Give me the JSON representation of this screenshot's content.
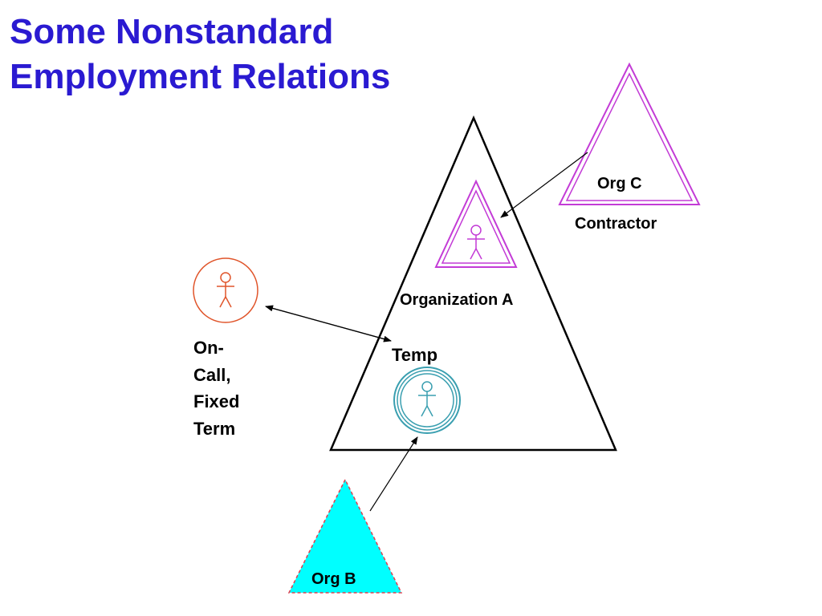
{
  "title": {
    "line1": "Some Nonstandard",
    "line2": "Employment Relations"
  },
  "labels": {
    "org_c": "Org C",
    "contractor": "Contractor",
    "organization_a": "Organization A",
    "temp": "Temp",
    "on_call": [
      "On-",
      "Call,",
      "Fixed",
      "Term"
    ],
    "org_b": "Org B"
  },
  "colors": {
    "title": "#2a1ad1",
    "contractor": "#c33bd6",
    "on_call": "#e0552b",
    "temp": "#3a9fb0",
    "org_b_fill": "#00ffff",
    "org_b_border": "#e04050",
    "outline": "#000000"
  },
  "icons": {
    "contractor_person": "person-icon",
    "on_call_person": "person-icon",
    "temp_person": "person-icon"
  }
}
